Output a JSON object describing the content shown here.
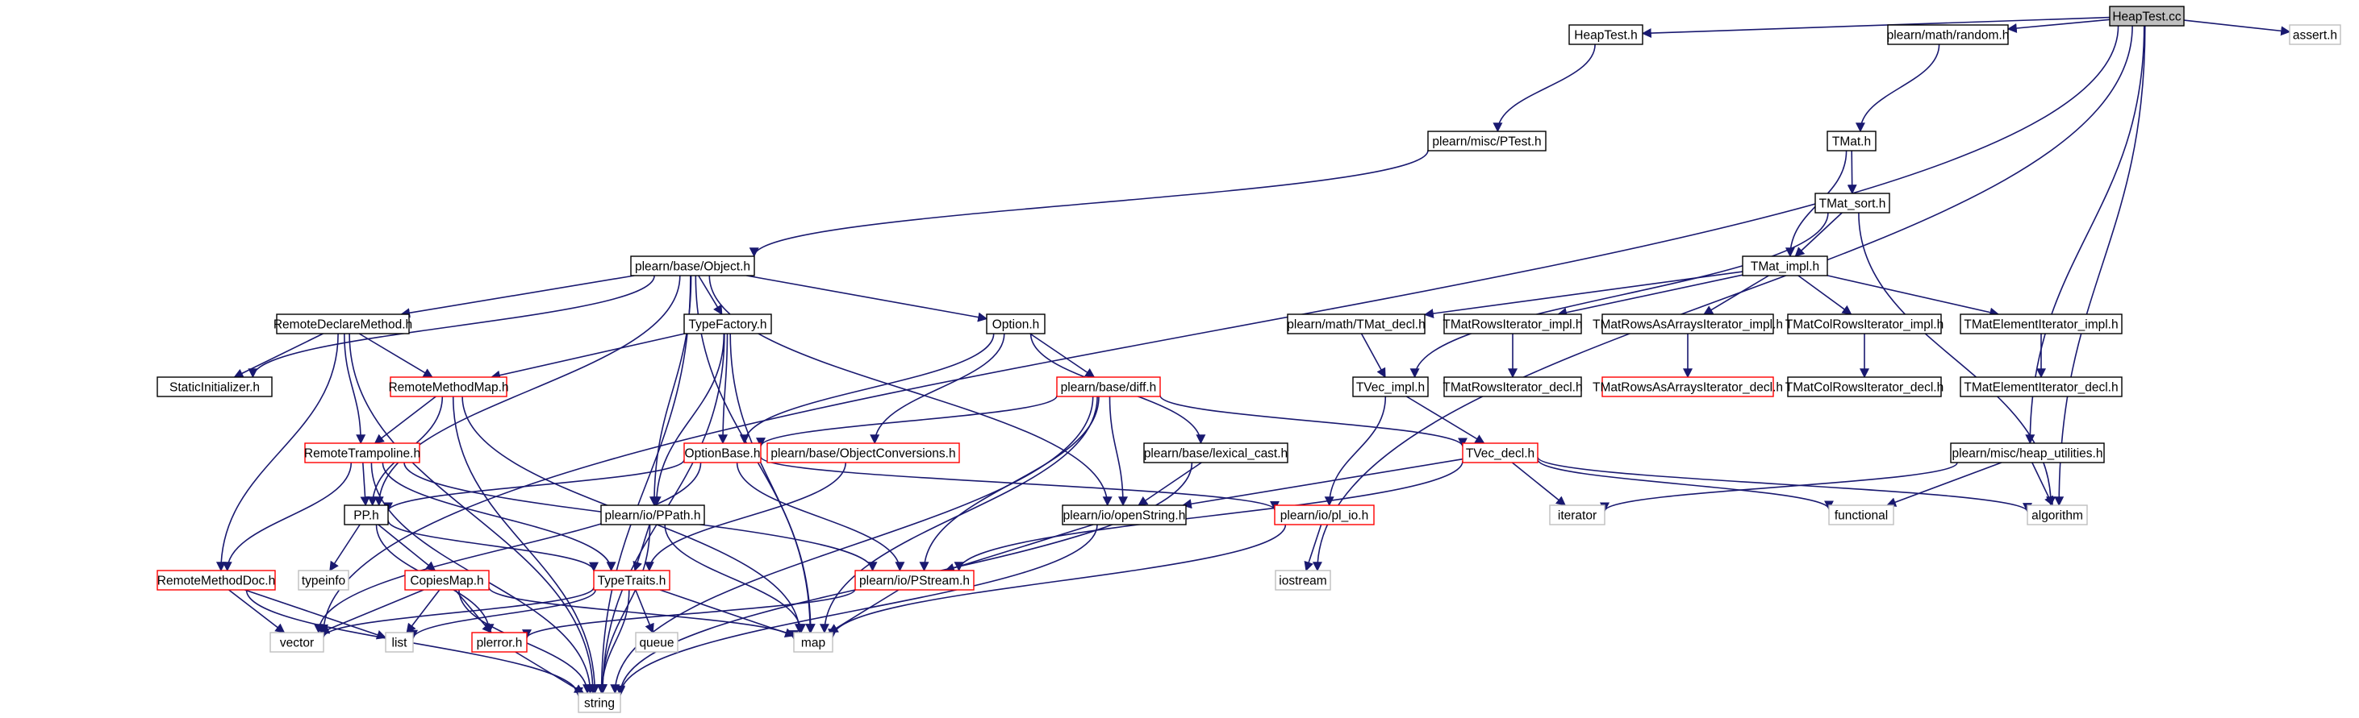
{
  "colors": {
    "edge": "#191970",
    "root_fill": "#bfbfbf",
    "undocumented_border": "#ff0000",
    "system_border": "#bfbfbf",
    "normal_border": "#000000",
    "system_text": "#808080"
  },
  "nodes": {
    "HeapTest_cc": {
      "label": "HeapTest.cc",
      "style": "root"
    },
    "HeapTest_h": {
      "label": "HeapTest.h",
      "style": "normal"
    },
    "random_h": {
      "label": "plearn/math/random.h",
      "style": "normal"
    },
    "assert_h": {
      "label": "assert.h",
      "style": "system"
    },
    "PTest_h": {
      "label": "plearn/misc/PTest.h",
      "style": "normal"
    },
    "TMat_h": {
      "label": "TMat.h",
      "style": "normal"
    },
    "TMat_sort_h": {
      "label": "TMat_sort.h",
      "style": "normal"
    },
    "Object_h": {
      "label": "plearn/base/Object.h",
      "style": "normal"
    },
    "TMat_impl_h": {
      "label": "TMat_impl.h",
      "style": "normal"
    },
    "RemoteDeclareMethod_h": {
      "label": "RemoteDeclareMethod.h",
      "style": "normal"
    },
    "TypeFactory_h": {
      "label": "TypeFactory.h",
      "style": "normal"
    },
    "Option_h": {
      "label": "Option.h",
      "style": "normal"
    },
    "TMat_decl_h": {
      "label": "plearn/math/TMat_decl.h",
      "style": "normal"
    },
    "TMatRowsIterator_impl_h": {
      "label": "TMatRowsIterator_impl.h",
      "style": "normal"
    },
    "TMatRowsAsArraysIterator_impl_h": {
      "label": "TMatRowsAsArraysIterator_impl.h",
      "style": "normal"
    },
    "TMatColRowsIterator_impl_h": {
      "label": "TMatColRowsIterator_impl.h",
      "style": "normal"
    },
    "TMatElementIterator_impl_h": {
      "label": "TMatElementIterator_impl.h",
      "style": "normal"
    },
    "StaticInitializer_h": {
      "label": "StaticInitializer.h",
      "style": "normal"
    },
    "RemoteMethodMap_h": {
      "label": "RemoteMethodMap.h",
      "style": "red"
    },
    "diff_h": {
      "label": "plearn/base/diff.h",
      "style": "red"
    },
    "TVec_impl_h": {
      "label": "TVec_impl.h",
      "style": "normal"
    },
    "TMatRowsIterator_decl_h": {
      "label": "TMatRowsIterator_decl.h",
      "style": "normal"
    },
    "TMatRowsAsArraysIterator_decl_h": {
      "label": "TMatRowsAsArraysIterator_decl.h",
      "style": "red"
    },
    "TMatColRowsIterator_decl_h": {
      "label": "TMatColRowsIterator_decl.h",
      "style": "normal"
    },
    "TMatElementIterator_decl_h": {
      "label": "TMatElementIterator_decl.h",
      "style": "normal"
    },
    "RemoteTrampoline_h": {
      "label": "RemoteTrampoline.h",
      "style": "red"
    },
    "OptionBase_h": {
      "label": "OptionBase.h",
      "style": "red"
    },
    "ObjectConversions_h": {
      "label": "plearn/base/ObjectConversions.h",
      "style": "red"
    },
    "lexical_cast_h": {
      "label": "plearn/base/lexical_cast.h",
      "style": "normal"
    },
    "TVec_decl_h": {
      "label": "TVec_decl.h",
      "style": "red"
    },
    "heap_utilities_h": {
      "label": "plearn/misc/heap_utilities.h",
      "style": "normal"
    },
    "PP_h": {
      "label": "PP.h",
      "style": "normal"
    },
    "PPath_h": {
      "label": "plearn/io/PPath.h",
      "style": "normal"
    },
    "openString_h": {
      "label": "plearn/io/openString.h",
      "style": "normal"
    },
    "pl_io_h": {
      "label": "plearn/io/pl_io.h",
      "style": "red"
    },
    "iterator": {
      "label": "iterator",
      "style": "system"
    },
    "functional": {
      "label": "functional",
      "style": "system"
    },
    "algorithm": {
      "label": "algorithm",
      "style": "system"
    },
    "RemoteMethodDoc_h": {
      "label": "RemoteMethodDoc.h",
      "style": "red"
    },
    "typeinfo": {
      "label": "typeinfo",
      "style": "system"
    },
    "CopiesMap_h": {
      "label": "CopiesMap.h",
      "style": "red"
    },
    "TypeTraits_h": {
      "label": "TypeTraits.h",
      "style": "red"
    },
    "PStream_h": {
      "label": "plearn/io/PStream.h",
      "style": "red"
    },
    "iostream": {
      "label": "iostream",
      "style": "system"
    },
    "vector": {
      "label": "vector",
      "style": "system"
    },
    "list": {
      "label": "list",
      "style": "system"
    },
    "plerror_h": {
      "label": "plerror.h",
      "style": "red"
    },
    "queue": {
      "label": "queue",
      "style": "system"
    },
    "map": {
      "label": "map",
      "style": "system"
    },
    "string": {
      "label": "string",
      "style": "system"
    }
  },
  "edges": [
    [
      "HeapTest_cc",
      "HeapTest_h"
    ],
    [
      "HeapTest_cc",
      "random_h"
    ],
    [
      "HeapTest_cc",
      "assert_h"
    ],
    [
      "HeapTest_cc",
      "heap_utilities_h"
    ],
    [
      "HeapTest_cc",
      "algorithm"
    ],
    [
      "HeapTest_cc",
      "iostream"
    ],
    [
      "HeapTest_cc",
      "vector"
    ],
    [
      "HeapTest_h",
      "PTest_h"
    ],
    [
      "PTest_h",
      "Object_h"
    ],
    [
      "random_h",
      "TMat_h"
    ],
    [
      "TMat_h",
      "TMat_sort_h"
    ],
    [
      "TMat_h",
      "TMat_impl_h"
    ],
    [
      "TMat_sort_h",
      "TMat_impl_h"
    ],
    [
      "TMat_sort_h",
      "TVec_impl_h"
    ],
    [
      "TMat_sort_h",
      "algorithm"
    ],
    [
      "TMat_impl_h",
      "TMat_decl_h"
    ],
    [
      "TMat_impl_h",
      "TMatRowsIterator_impl_h"
    ],
    [
      "TMat_impl_h",
      "TMatRowsAsArraysIterator_impl_h"
    ],
    [
      "TMat_impl_h",
      "TMatColRowsIterator_impl_h"
    ],
    [
      "TMat_impl_h",
      "TMatElementIterator_impl_h"
    ],
    [
      "TMat_decl_h",
      "TVec_impl_h"
    ],
    [
      "TMatRowsIterator_impl_h",
      "TMatRowsIterator_decl_h"
    ],
    [
      "TMatRowsAsArraysIterator_impl_h",
      "TMatRowsAsArraysIterator_decl_h"
    ],
    [
      "TMatColRowsIterator_impl_h",
      "TMatColRowsIterator_decl_h"
    ],
    [
      "TMatElementIterator_impl_h",
      "TMatElementIterator_decl_h"
    ],
    [
      "TVec_impl_h",
      "TVec_decl_h"
    ],
    [
      "TVec_impl_h",
      "pl_io_h"
    ],
    [
      "TVec_decl_h",
      "iterator"
    ],
    [
      "TVec_decl_h",
      "functional"
    ],
    [
      "TVec_decl_h",
      "algorithm"
    ],
    [
      "TVec_decl_h",
      "openString_h"
    ],
    [
      "TVec_decl_h",
      "PStream_h"
    ],
    [
      "heap_utilities_h",
      "iterator"
    ],
    [
      "heap_utilities_h",
      "functional"
    ],
    [
      "heap_utilities_h",
      "algorithm"
    ],
    [
      "Object_h",
      "RemoteDeclareMethod_h"
    ],
    [
      "Object_h",
      "TypeFactory_h"
    ],
    [
      "Object_h",
      "Option_h"
    ],
    [
      "Object_h",
      "StaticInitializer_h"
    ],
    [
      "Object_h",
      "PP_h"
    ],
    [
      "Object_h",
      "PPath_h"
    ],
    [
      "Object_h",
      "map"
    ],
    [
      "Object_h",
      "openString_h"
    ],
    [
      "Object_h",
      "string"
    ],
    [
      "RemoteDeclareMethod_h",
      "StaticInitializer_h"
    ],
    [
      "RemoteDeclareMethod_h",
      "RemoteMethodMap_h"
    ],
    [
      "RemoteDeclareMethod_h",
      "RemoteTrampoline_h"
    ],
    [
      "RemoteDeclareMethod_h",
      "RemoteMethodDoc_h"
    ],
    [
      "RemoteDeclareMethod_h",
      "string"
    ],
    [
      "TypeFactory_h",
      "RemoteMethodMap_h"
    ],
    [
      "TypeFactory_h",
      "OptionBase_h"
    ],
    [
      "TypeFactory_h",
      "PPath_h"
    ],
    [
      "TypeFactory_h",
      "map"
    ],
    [
      "TypeFactory_h",
      "string"
    ],
    [
      "Option_h",
      "OptionBase_h"
    ],
    [
      "Option_h",
      "ObjectConversions_h"
    ],
    [
      "Option_h",
      "diff_h"
    ],
    [
      "Option_h",
      "lexical_cast_h"
    ],
    [
      "RemoteMethodMap_h",
      "RemoteTrampoline_h"
    ],
    [
      "RemoteMethodMap_h",
      "PP_h"
    ],
    [
      "RemoteMethodMap_h",
      "map"
    ],
    [
      "RemoteMethodMap_h",
      "string"
    ],
    [
      "diff_h",
      "OptionBase_h"
    ],
    [
      "diff_h",
      "TVec_decl_h"
    ],
    [
      "diff_h",
      "openString_h"
    ],
    [
      "diff_h",
      "PStream_h"
    ],
    [
      "diff_h",
      "map"
    ],
    [
      "diff_h",
      "string"
    ],
    [
      "RemoteTrampoline_h",
      "PP_h"
    ],
    [
      "RemoteTrampoline_h",
      "TypeTraits_h"
    ],
    [
      "RemoteTrampoline_h",
      "RemoteMethodDoc_h"
    ],
    [
      "RemoteTrampoline_h",
      "PStream_h"
    ],
    [
      "RemoteTrampoline_h",
      "string"
    ],
    [
      "OptionBase_h",
      "PP_h"
    ],
    [
      "OptionBase_h",
      "PStream_h"
    ],
    [
      "OptionBase_h",
      "vector"
    ],
    [
      "OptionBase_h",
      "pl_io_h"
    ],
    [
      "ObjectConversions_h",
      "TypeTraits_h"
    ],
    [
      "lexical_cast_h",
      "openString_h"
    ],
    [
      "lexical_cast_h",
      "string"
    ],
    [
      "PP_h",
      "typeinfo"
    ],
    [
      "PP_h",
      "CopiesMap_h"
    ],
    [
      "PP_h",
      "TypeTraits_h"
    ],
    [
      "PP_h",
      "plerror_h"
    ],
    [
      "PPath_h",
      "TypeTraits_h"
    ],
    [
      "PPath_h",
      "map"
    ],
    [
      "PPath_h",
      "string"
    ],
    [
      "openString_h",
      "PStream_h"
    ],
    [
      "openString_h",
      "string"
    ],
    [
      "pl_io_h",
      "iostream"
    ],
    [
      "pl_io_h",
      "map"
    ],
    [
      "RemoteMethodDoc_h",
      "vector"
    ],
    [
      "RemoteMethodDoc_h",
      "list"
    ],
    [
      "RemoteMethodDoc_h",
      "string"
    ],
    [
      "CopiesMap_h",
      "vector"
    ],
    [
      "CopiesMap_h",
      "list"
    ],
    [
      "CopiesMap_h",
      "plerror_h"
    ],
    [
      "CopiesMap_h",
      "map"
    ],
    [
      "CopiesMap_h",
      "string"
    ],
    [
      "TypeTraits_h",
      "vector"
    ],
    [
      "TypeTraits_h",
      "list"
    ],
    [
      "TypeTraits_h",
      "queue"
    ],
    [
      "TypeTraits_h",
      "map"
    ],
    [
      "TypeTraits_h",
      "string"
    ],
    [
      "PStream_h",
      "plerror_h"
    ],
    [
      "PStream_h",
      "map"
    ],
    [
      "plerror_h",
      "string"
    ]
  ]
}
